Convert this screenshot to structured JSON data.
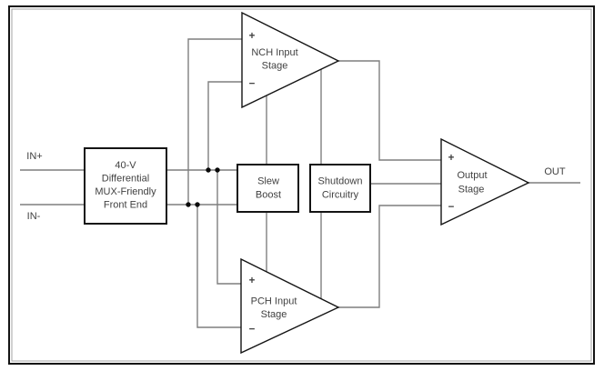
{
  "figure": {
    "type": "functional-block-diagram",
    "io": {
      "in_plus": "IN+",
      "in_minus": "IN-",
      "out": "OUT"
    },
    "blocks": {
      "front_end": {
        "lines": [
          "40-V",
          "Differential",
          "MUX-Friendly",
          "Front End"
        ]
      },
      "slew_boost": {
        "lines": [
          "Slew",
          "Boost"
        ]
      },
      "shutdown": {
        "lines": [
          "Shutdown",
          "Circuitry"
        ]
      }
    },
    "stages": {
      "nch": {
        "plus": "+",
        "minus": "−",
        "lines": [
          "NCH Input",
          "Stage"
        ]
      },
      "pch": {
        "plus": "+",
        "minus": "−",
        "lines": [
          "PCH Input",
          "Stage"
        ]
      },
      "output": {
        "plus": "+",
        "minus": "−",
        "lines": [
          "Output",
          "Stage"
        ]
      }
    },
    "colors": {
      "wire": "#7f7f7f",
      "outline": "#141414",
      "text": "#414141",
      "background": "#ffffff",
      "junction_dot": "#0a0a0a"
    }
  }
}
